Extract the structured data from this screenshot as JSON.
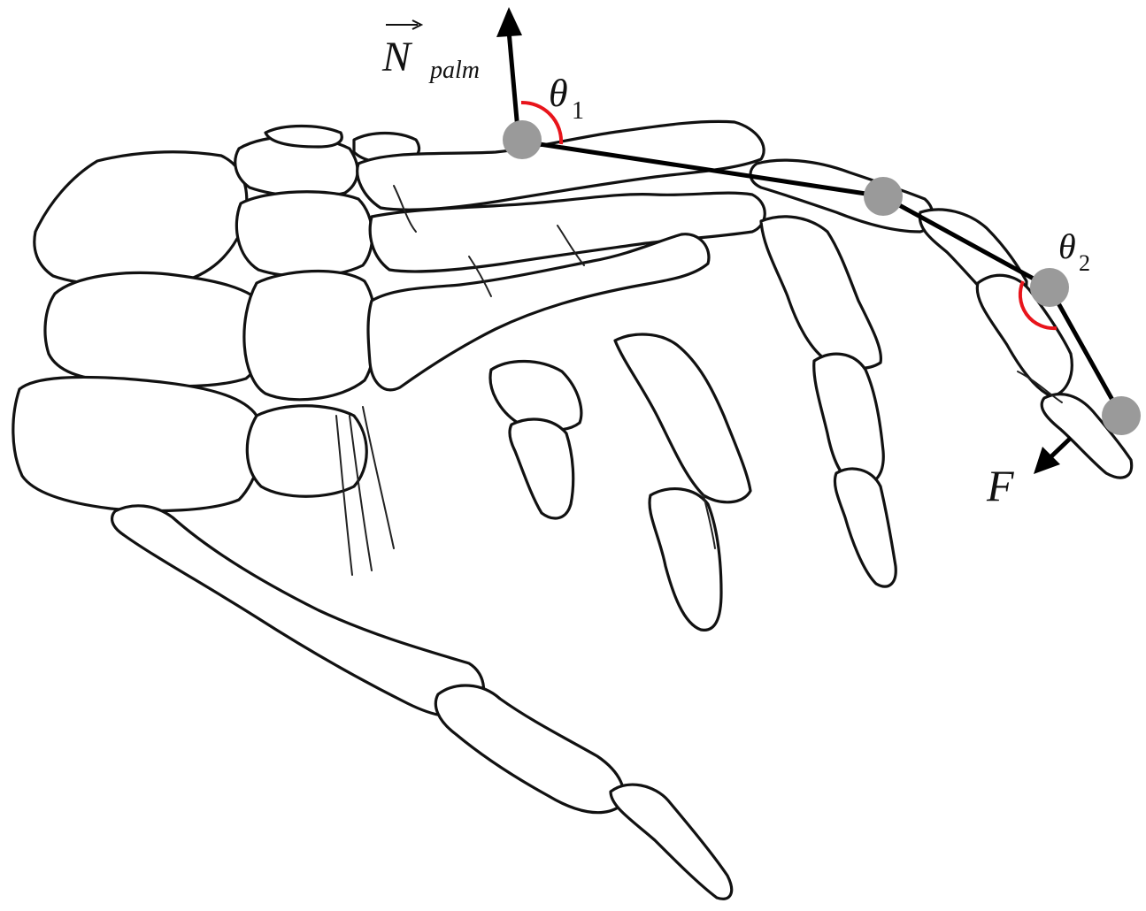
{
  "labels": {
    "normal_vector": "N",
    "normal_subscript": "palm",
    "theta1_symbol": "θ",
    "theta1_subscript": "1",
    "theta2_symbol": "θ",
    "theta2_subscript": "2",
    "force": "F"
  },
  "colors": {
    "angle_arc": "#e8141b",
    "joint": "#9a9a9a",
    "link": "#000000",
    "bone_outline": "#111111"
  }
}
